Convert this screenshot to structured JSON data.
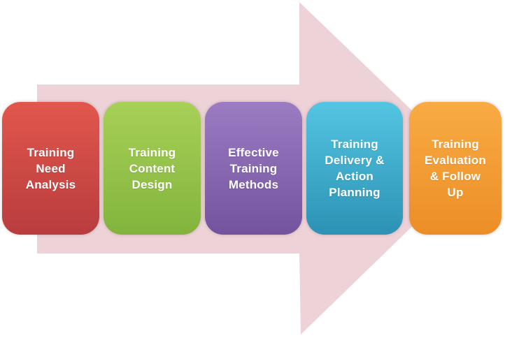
{
  "diagram": {
    "type": "process-flow-arrow",
    "background_color": "#ffffff",
    "arrow": {
      "direction": "right",
      "color": "#edd3d8"
    },
    "steps": [
      {
        "text": "Training Need Analysis",
        "label": "Training\nNeed\nAnalysis",
        "color_top": "#e1574d",
        "color_bottom": "#b93c3d",
        "text_color": "#ffffff"
      },
      {
        "text": "Training Content Design",
        "label": "Training\nContent\nDesign",
        "color_top": "#a7d057",
        "color_bottom": "#82b43d",
        "text_color": "#ffffff"
      },
      {
        "text": "Effective Training Methods",
        "label": "Effective\nTraining\nMethods",
        "color_top": "#9b7cc3",
        "color_bottom": "#73539e",
        "text_color": "#ffffff"
      },
      {
        "text": "Training Delivery & Action Planning",
        "label": "Training\nDelivery &\nAction\nPlanning",
        "color_top": "#53c5e1",
        "color_bottom": "#2d92b5",
        "text_color": "#ffffff"
      },
      {
        "text": "Training Evaluation & Follow Up",
        "label": "Training\nEvaluation\n& Follow\nUp",
        "color_top": "#f9ab43",
        "color_bottom": "#ec8e27",
        "text_color": "#ffffff"
      }
    ]
  }
}
